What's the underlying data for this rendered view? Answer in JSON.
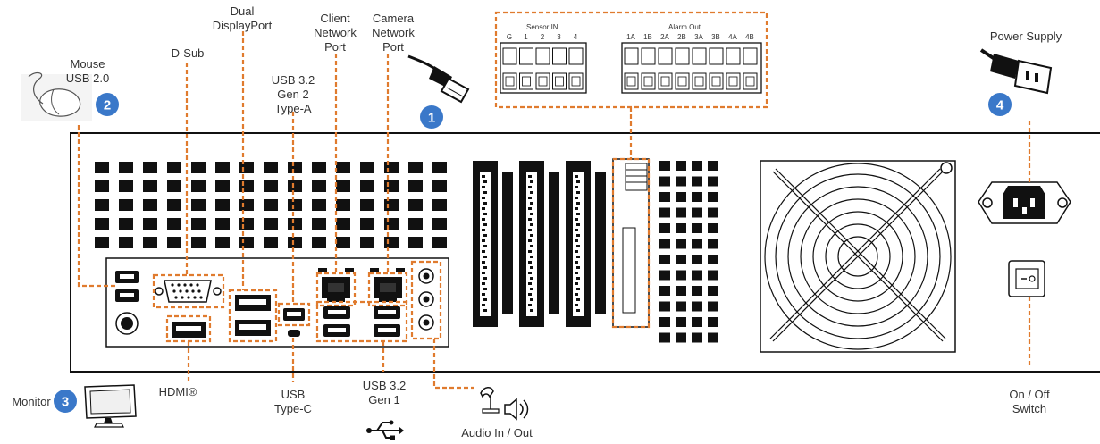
{
  "colors": {
    "accent": "#e07b2e",
    "badge": "#3a78c9",
    "chassis": "#111111"
  },
  "labels": {
    "dsub": "D-Sub",
    "dual_dp_1": "Dual",
    "dual_dp_2": "DisplayPort",
    "client_1": "Client",
    "client_2": "Network",
    "client_3": "Port",
    "camera_1": "Camera",
    "camera_2": "Network",
    "camera_3": "Port",
    "usb32g2_1": "USB 3.2",
    "usb32g2_2": "Gen 2",
    "usb32g2_3": "Type-A",
    "mouse_1": "Mouse",
    "mouse_2": "USB 2.0",
    "power_supply": "Power Supply",
    "sensor_in": "Sensor IN",
    "alarm_out": "Alarm Out",
    "sensor_pins": [
      "G",
      "1",
      "2",
      "3",
      "4"
    ],
    "alarm_pins": [
      "1A",
      "1B",
      "2A",
      "2B",
      "3A",
      "3B",
      "4A",
      "4B"
    ],
    "hdmi": "HDMI®",
    "usbc_1": "USB",
    "usbc_2": "Type-C",
    "usb32g1_1": "USB 3.2",
    "usb32g1_2": "Gen 1",
    "audio": "Audio In / Out",
    "monitor": "Monitor",
    "onoff_1": "On / Off",
    "onoff_2": "Switch"
  },
  "badges": [
    "1",
    "2",
    "3",
    "4"
  ],
  "icons": [
    "mouse-icon",
    "ethernet-cable-icon",
    "power-plug-icon",
    "monitor-icon",
    "usb-icon",
    "microphone-icon",
    "speaker-icon",
    "fan-icon",
    "power-socket-icon",
    "power-switch-icon"
  ]
}
